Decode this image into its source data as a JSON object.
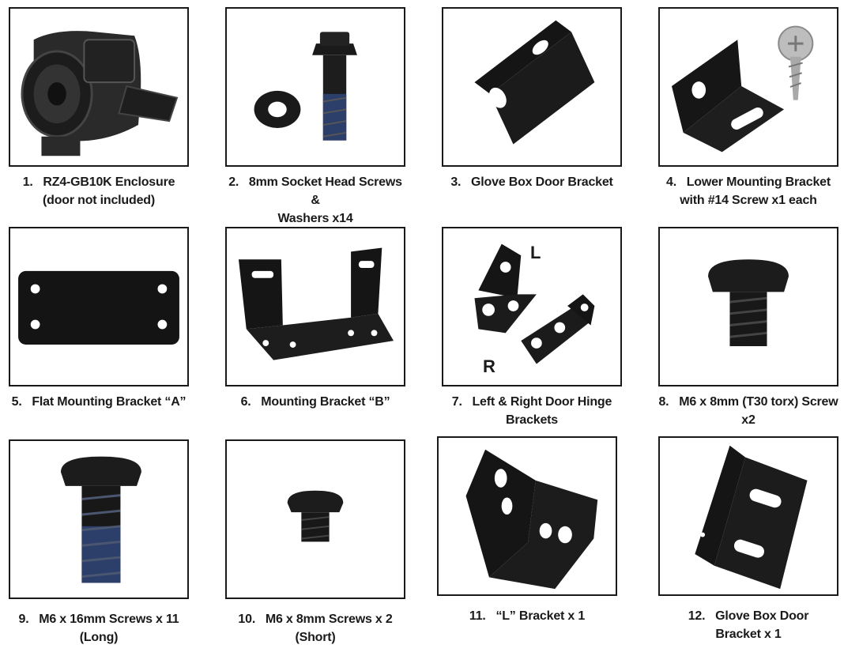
{
  "items": [
    {
      "num": "1.",
      "line1": "RZ4-GB10K Enclosure",
      "line2": "(door not included)"
    },
    {
      "num": "2.",
      "line1": "8mm Socket Head Screws &",
      "line2": "Washers x14"
    },
    {
      "num": "3.",
      "line1": "Glove Box Door Bracket",
      "line2": ""
    },
    {
      "num": "4.",
      "line1": "Lower Mounting Bracket",
      "line2": "with #14 Screw x1 each"
    },
    {
      "num": "5.",
      "line1": "Flat Mounting Bracket “A”",
      "line2": ""
    },
    {
      "num": "6.",
      "line1": "Mounting Bracket “B”",
      "line2": ""
    },
    {
      "num": "7.",
      "line1": "Left & Right Door Hinge",
      "line2": "Brackets"
    },
    {
      "num": "8.",
      "line1": "M6 x 8mm (T30 torx) Screw",
      "line2": "x2"
    },
    {
      "num": "9.",
      "line1": "M6 x 16mm Screws x 11",
      "line2": "(Long)"
    },
    {
      "num": "10.",
      "line1": "M6 x 8mm Screws x 2",
      "line2": "(Short)"
    },
    {
      "num": "11.",
      "line1": "“L” Bracket x 1",
      "line2": ""
    },
    {
      "num": "12.",
      "line1": "Glove Box Door",
      "line2": "Bracket x 1"
    }
  ],
  "hinge_labels": {
    "left": "L",
    "right": "R"
  },
  "colors": {
    "part": "#141414",
    "bolt_blue": "#2c3f6b",
    "steel": "#b8b8b8"
  }
}
